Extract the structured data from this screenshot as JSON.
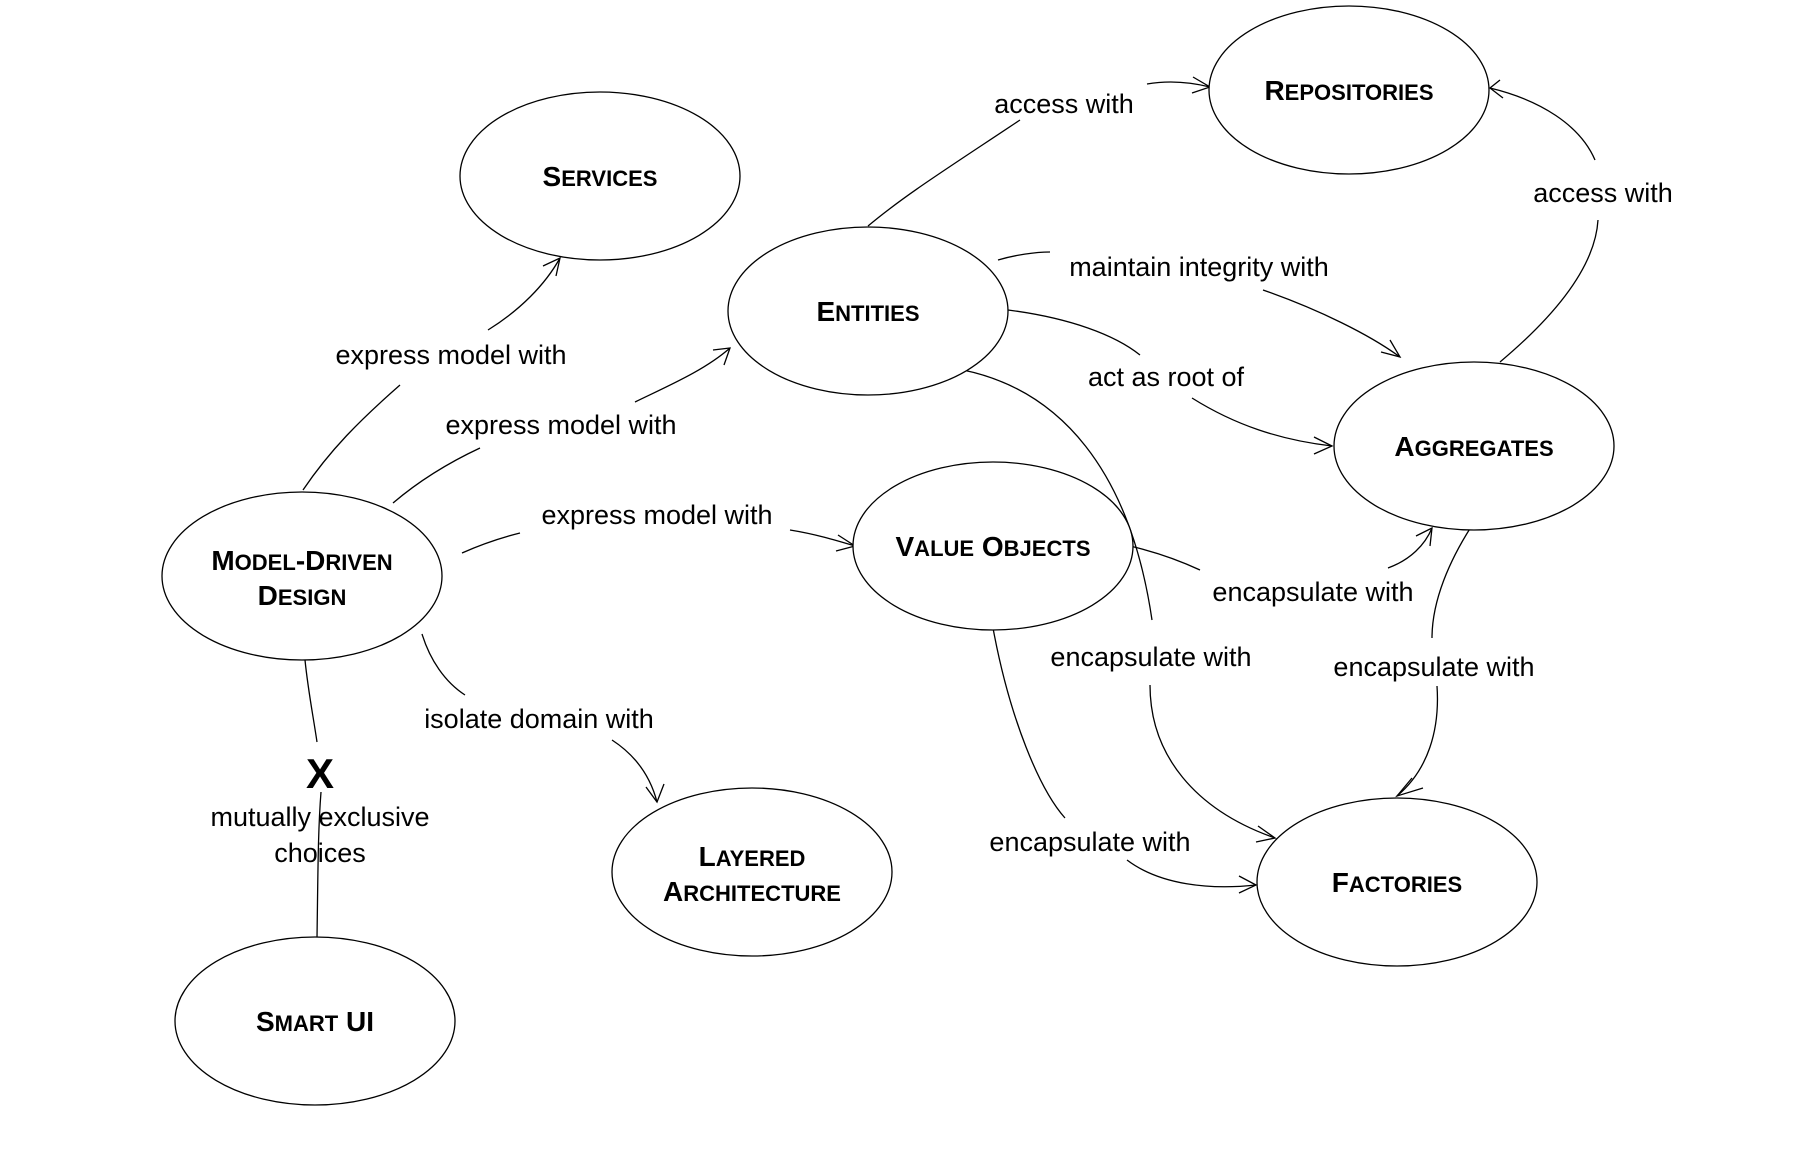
{
  "nodes": {
    "services": {
      "line1": "Services"
    },
    "repositories": {
      "line1": "Repositories"
    },
    "entities": {
      "line1": "Entities"
    },
    "aggregates": {
      "line1": "Aggregates"
    },
    "model_driven_design": {
      "line1": "Model-Driven",
      "line2": "Design"
    },
    "value_objects": {
      "line1": "Value Objects"
    },
    "layered_architecture": {
      "line1": "Layered",
      "line2": "Architecture"
    },
    "factories": {
      "line1": "Factories"
    },
    "smart_ui": {
      "line1": "Smart UI"
    }
  },
  "edges": {
    "mdd_services": "express model with",
    "mdd_entities": "express model with",
    "mdd_value_objects": "express model with",
    "mdd_layered": "isolate domain with",
    "mdd_smart_ui_mark": "X",
    "mdd_smart_ui_line1": "mutually exclusive",
    "mdd_smart_ui_line2": "choices",
    "entities_repositories": "access with",
    "entities_aggregates_integrity": "maintain integrity with",
    "entities_aggregates_root": "act as root of",
    "aggregates_repositories": "access with",
    "value_objects_aggregates": "encapsulate with",
    "entities_factories": "encapsulate with",
    "aggregates_factories": "encapsulate with",
    "value_objects_factories": "encapsulate with"
  }
}
